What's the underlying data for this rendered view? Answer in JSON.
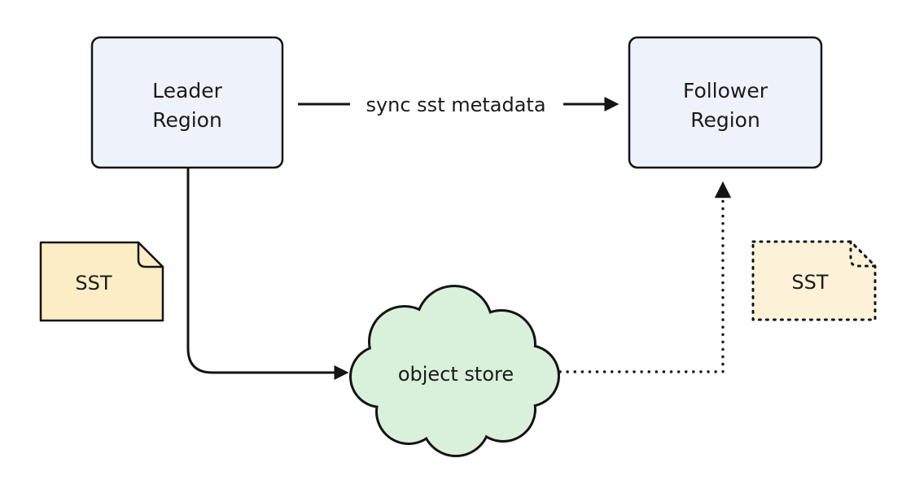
{
  "diagram": {
    "nodes": {
      "leader": {
        "line1": "Leader",
        "line2": "Region"
      },
      "follower": {
        "line1": "Follower",
        "line2": "Region"
      },
      "sst_left": {
        "label": "SST"
      },
      "sst_right": {
        "label": "SST"
      },
      "object_store": {
        "label": "object store"
      }
    },
    "edges": {
      "sync_label": "sync sst metadata"
    },
    "colors": {
      "background": "#ffffff",
      "region_fill": "#eef3fb",
      "sst_fill": "#fdedc4",
      "sst_right_fill": "#fdf2d7",
      "cloud_fill": "#d9f1da",
      "stroke": "#141414",
      "text": "#1b1b1b"
    }
  }
}
